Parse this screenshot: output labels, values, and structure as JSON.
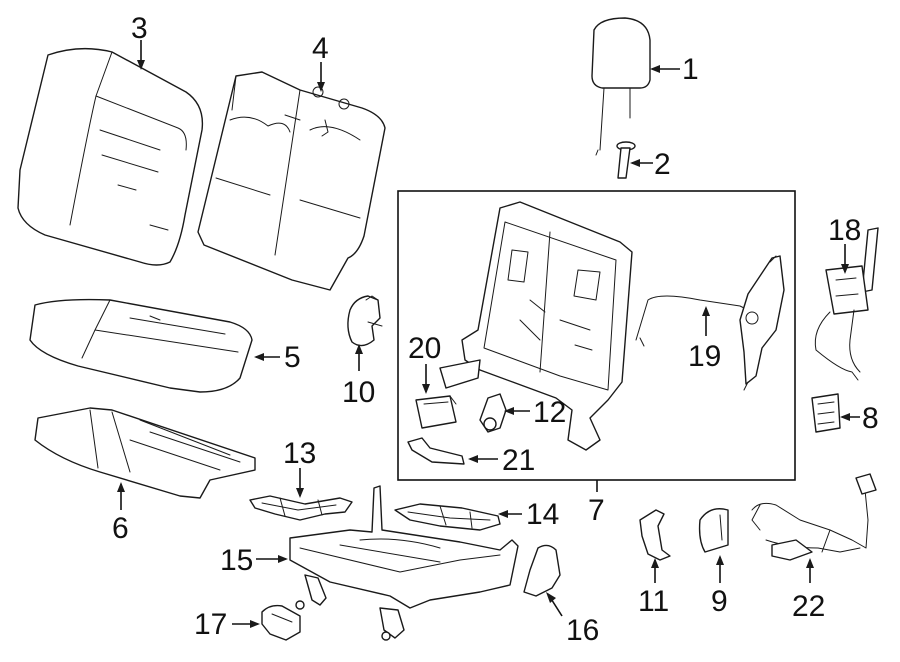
{
  "diagram": {
    "colors": {
      "ink": "#111111",
      "background": "#ffffff"
    },
    "callouts": [
      {
        "id": "1",
        "text": "1"
      },
      {
        "id": "2",
        "text": "2"
      },
      {
        "id": "3",
        "text": "3"
      },
      {
        "id": "4",
        "text": "4"
      },
      {
        "id": "5",
        "text": "5"
      },
      {
        "id": "6",
        "text": "6"
      },
      {
        "id": "7",
        "text": "7"
      },
      {
        "id": "8",
        "text": "8"
      },
      {
        "id": "9",
        "text": "9"
      },
      {
        "id": "10",
        "text": "10"
      },
      {
        "id": "11",
        "text": "11"
      },
      {
        "id": "12",
        "text": "12"
      },
      {
        "id": "13",
        "text": "13"
      },
      {
        "id": "14",
        "text": "14"
      },
      {
        "id": "15",
        "text": "15"
      },
      {
        "id": "16",
        "text": "16"
      },
      {
        "id": "17",
        "text": "17"
      },
      {
        "id": "18",
        "text": "18"
      },
      {
        "id": "19",
        "text": "19"
      },
      {
        "id": "20",
        "text": "20"
      },
      {
        "id": "21",
        "text": "21"
      },
      {
        "id": "22",
        "text": "22"
      }
    ]
  }
}
